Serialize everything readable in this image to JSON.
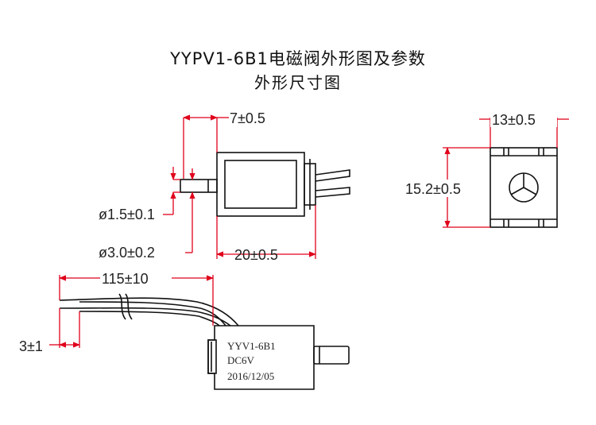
{
  "title": "YYPV1-6B1电磁阀外形图及参数",
  "subtitle": "外形尺寸图",
  "dimensions": {
    "body_length": "7±0.5",
    "pin_diameter": "ø1.5±0.1",
    "outer_diameter": "ø3.0±0.2",
    "total_length": "20±0.5",
    "side_width": "13±0.5",
    "side_height": "15.2±0.5",
    "wire_length": "115±10",
    "wire_strip": "3±1"
  },
  "product_label": {
    "model": "YYV1-6B1",
    "voltage": "DC6V",
    "date": "2016/12/05"
  },
  "colors": {
    "dimension_line": "#e0001b",
    "outline": "#111111"
  }
}
